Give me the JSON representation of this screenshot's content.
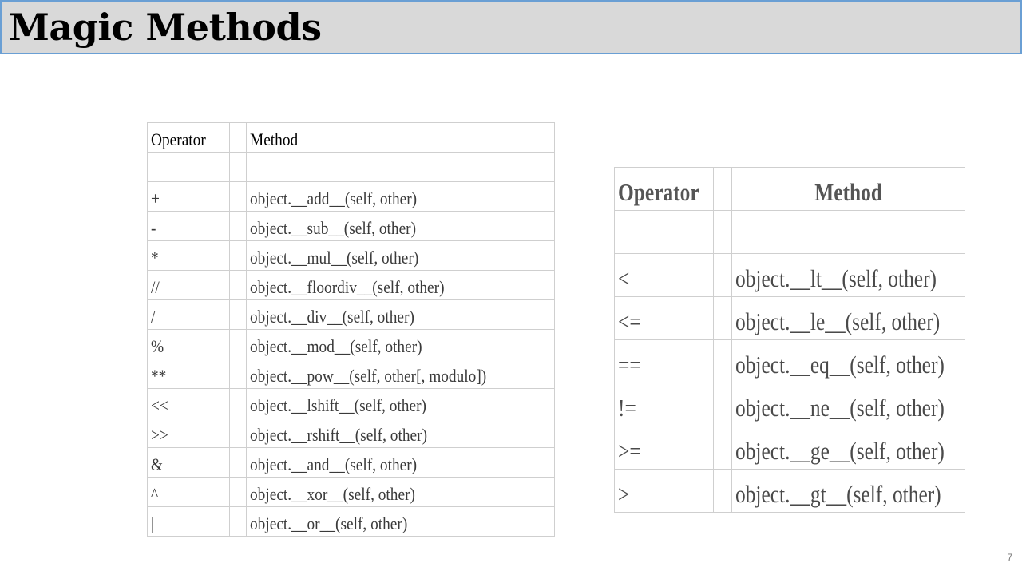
{
  "slide": {
    "title": "Magic Methods",
    "page_number": "7"
  },
  "arithmetic_table": {
    "header": {
      "operator": "Operator",
      "method": "Method"
    },
    "rows": [
      {
        "operator": "+",
        "method": "object.__add__(self, other)"
      },
      {
        "operator": "-",
        "method": "object.__sub__(self, other)"
      },
      {
        "operator": "*",
        "method": "object.__mul__(self, other)"
      },
      {
        "operator": "//",
        "method": "object.__floordiv__(self, other)"
      },
      {
        "operator": "/",
        "method": "object.__div__(self, other)"
      },
      {
        "operator": "%",
        "method": "object.__mod__(self, other)"
      },
      {
        "operator": "**",
        "method": "object.__pow__(self, other[, modulo])"
      },
      {
        "operator": "<<",
        "method": "object.__lshift__(self, other)"
      },
      {
        "operator": ">>",
        "method": "object.__rshift__(self, other)"
      },
      {
        "operator": "&",
        "method": "object.__and__(self, other)"
      },
      {
        "operator": "^",
        "method": "object.__xor__(self, other)"
      },
      {
        "operator": "|",
        "method": "object.__or__(self, other)"
      }
    ]
  },
  "comparison_table": {
    "header": {
      "operator": "Operator",
      "method": "Method"
    },
    "rows": [
      {
        "operator": "<",
        "method": "object.__lt__(self, other)"
      },
      {
        "operator": "<=",
        "method": "object.__le__(self, other)"
      },
      {
        "operator": "==",
        "method": "object.__eq__(self, other)"
      },
      {
        "operator": "!=",
        "method": "object.__ne__(self, other)"
      },
      {
        "operator": ">=",
        "method": "object.__ge__(self, other)"
      },
      {
        "operator": ">",
        "method": "object.__gt__(self, other)"
      }
    ]
  }
}
